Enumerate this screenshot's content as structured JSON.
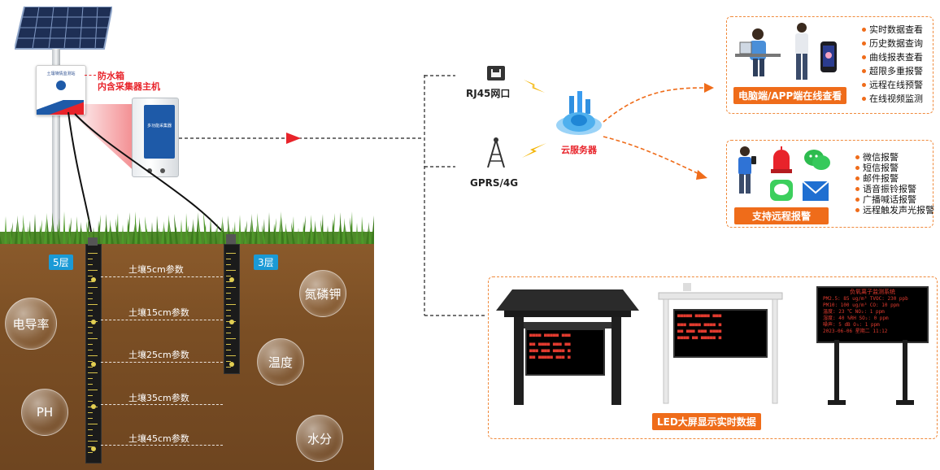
{
  "station": {
    "box_text": "土壤墒情监测站",
    "label_line1": "防水箱",
    "label_line2": "内含采集器主机",
    "collector_text": "多功能采集器"
  },
  "soil": {
    "layer_left": "5层",
    "layer_right": "3层",
    "params": [
      "土壤5cm参数",
      "土壤15cm参数",
      "土壤25cm参数",
      "土壤35cm参数",
      "土壤45cm参数"
    ],
    "bubbles": [
      "电导率",
      "氮磷钾",
      "温度",
      "PH",
      "水分"
    ]
  },
  "network": {
    "rj45": "RJ45网口",
    "gprs": "GPRS/4G",
    "cloud": "云服务器"
  },
  "panel_view": {
    "label": "电脑端/APP端在线查看",
    "items": [
      "实时数据查看",
      "历史数据查询",
      "曲线报表查看",
      "超限多重报警",
      "远程在线预警",
      "在线视频监测"
    ]
  },
  "panel_alarm": {
    "label": "支持远程报警",
    "items": [
      "微信报警",
      "短信报警",
      "邮件报警",
      "语音振铃报警",
      "广播喊话报警",
      "远程触发声光报警"
    ]
  },
  "panel_led": {
    "label": "LED大屏显示实时数据",
    "screen3_title": "负氧离子监测系统",
    "screen3_lines": [
      "PM2.5: 85 ug/m³  TVOC: 230 ppb",
      "PM10: 100 ug/m³  CO: 10 ppm",
      "温度: 23 ℃  NO₂: 1 ppm",
      "湿度: 40 %RH  SO₂: 0 ppm",
      "噪声: 5 dB  O₃: 1 ppm",
      "2023-06-06 星期二 11:12"
    ]
  },
  "colors": {
    "accent": "#ef6c1a",
    "arrow_red": "#e8232a",
    "layer_blue": "#1a9ad6"
  }
}
